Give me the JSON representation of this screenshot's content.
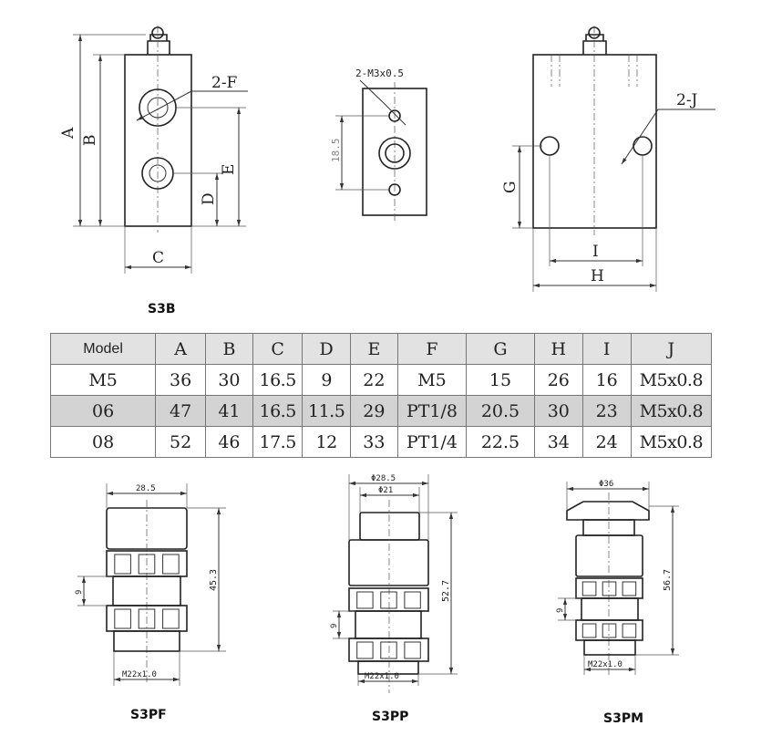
{
  "top_views": {
    "s3b": {
      "title": "S3B",
      "labels": {
        "A": "A",
        "B": "B",
        "C": "C",
        "D": "D",
        "E": "E",
        "F": "2-F"
      }
    },
    "port_view": {
      "hole_label": "2-M3x0.5",
      "spacing": "18.5"
    },
    "side_view": {
      "labels": {
        "G": "G",
        "H": "H",
        "I": "I",
        "J": "2-J"
      }
    }
  },
  "table": {
    "headers": [
      "Model",
      "A",
      "B",
      "C",
      "D",
      "E",
      "F",
      "G",
      "H",
      "I",
      "J"
    ],
    "rows": [
      [
        "M5",
        "36",
        "30",
        "16.5",
        "9",
        "22",
        "M5",
        "15",
        "26",
        "16",
        "M5x0.8"
      ],
      [
        "06",
        "47",
        "41",
        "16.5",
        "11.5",
        "29",
        "PT1/8",
        "20.5",
        "30",
        "23",
        "M5x0.8"
      ],
      [
        "08",
        "52",
        "46",
        "17.5",
        "12",
        "33",
        "PT1/4",
        "22.5",
        "34",
        "24",
        "M5x0.8"
      ]
    ],
    "shaded_row_color": "#d3d3d3",
    "header_color": "#e2e2e2"
  },
  "bottom_views": [
    {
      "title": "S3PF",
      "width": "28.5",
      "height": "45.3",
      "gap": "9",
      "thread": "M22x1.0"
    },
    {
      "title": "S3PP",
      "outer_dia": "Φ28.5",
      "inner_dia": "Φ21",
      "height": "52.7",
      "gap": "9",
      "thread": "M22x1.0"
    },
    {
      "title": "S3PM",
      "outer_dia": "Φ36",
      "height": "56.7",
      "gap": "9",
      "thread": "M22x1.0"
    }
  ]
}
